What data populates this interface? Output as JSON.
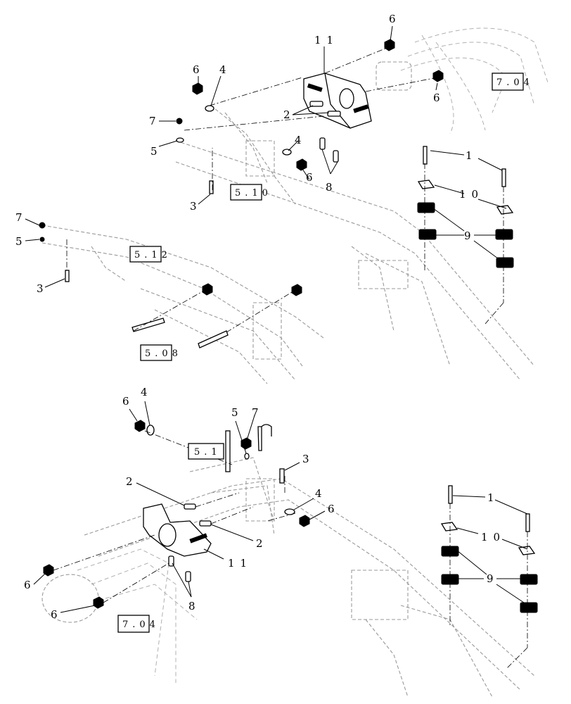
{
  "top_view": {
    "callouts": [
      "11",
      "6",
      "6",
      "4",
      "6",
      "7",
      "5",
      "2",
      "4",
      "6",
      "8",
      "3",
      "1",
      "10",
      "9",
      "7",
      "5",
      "3"
    ],
    "refs": [
      "7.04",
      "5.10",
      "5.12",
      "5.08"
    ]
  },
  "bottom_view": {
    "callouts": [
      "6",
      "4",
      "5",
      "7",
      "3",
      "2",
      "4",
      "6",
      "2",
      "11",
      "8",
      "6",
      "6",
      "1",
      "10",
      "9"
    ],
    "refs": [
      "5.1",
      "7.04"
    ]
  }
}
